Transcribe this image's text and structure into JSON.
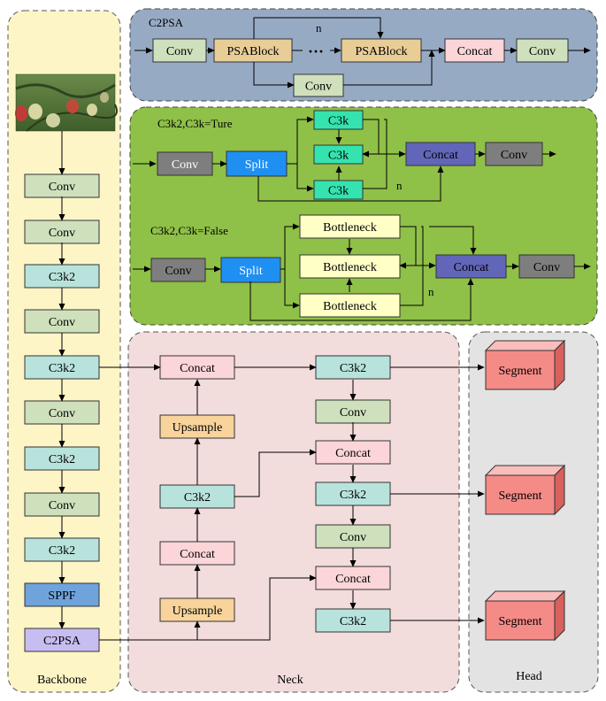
{
  "backbone": {
    "label": "Backbone",
    "blocks": [
      "Conv",
      "Conv",
      "C3k2",
      "Conv",
      "C3k2",
      "Conv",
      "C3k2",
      "Conv",
      "C3k2",
      "SPPF",
      "C2PSA"
    ]
  },
  "neck": {
    "label": "Neck",
    "left_column": [
      "Concat",
      "Upsample",
      "C3k2",
      "Concat",
      "Upsample"
    ],
    "right_column": [
      "C3k2",
      "Conv",
      "Concat",
      "C3k2",
      "Conv",
      "Concat",
      "C3k2"
    ]
  },
  "head": {
    "label": "Head",
    "blocks": [
      "Segment",
      "Segment",
      "Segment"
    ]
  },
  "c2psa": {
    "title": "C2PSA",
    "repeat_label": "n",
    "ellipsis": "···",
    "blocks": {
      "conv_in": "Conv",
      "psablock_1": "PSABlock",
      "psablock_2": "PSABlock",
      "concat": "Concat",
      "conv_out": "Conv",
      "conv_skip": "Conv"
    }
  },
  "c3k2_true": {
    "title": "C3k2,C3k=Ture",
    "repeat_label": "n",
    "blocks": {
      "conv": "Conv",
      "split": "Split",
      "c3k_1": "C3k",
      "c3k_2": "C3k",
      "c3k_3": "C3k",
      "concat": "Concat",
      "conv_out": "Conv"
    }
  },
  "c3k2_false": {
    "title": "C3k2,C3k=False",
    "repeat_label": "n",
    "blocks": {
      "conv": "Conv",
      "split": "Split",
      "bottleneck_1": "Bottleneck",
      "bottleneck_2": "Bottleneck",
      "bottleneck_3": "Bottleneck",
      "concat": "Concat",
      "conv_out": "Conv"
    }
  },
  "colors": {
    "backbone_panel": "#fdf5c6",
    "neck_panel": "#f3dcdc",
    "head_panel": "#e3e3e3",
    "c2psa_panel": "#97aac4",
    "c3k2_panel": "#8fc048",
    "conv": "#cfe0bc",
    "c3k2": "#b8e3dd",
    "sppf": "#6fa3dc",
    "c2psa": "#c8bdf0",
    "concat": "#fbd5d8",
    "upsample": "#f8d39b",
    "segment_front": "#f48b87",
    "psablock": "#e8cd97",
    "split": "#1f8ff2",
    "c3k": "#34e3b0",
    "concat_dark": "#6266b8",
    "conv_dark": "#7e7e7e",
    "bottleneck": "#ffffc6"
  },
  "icons": {
    "backbone_input": "fruit-photo-icon"
  }
}
